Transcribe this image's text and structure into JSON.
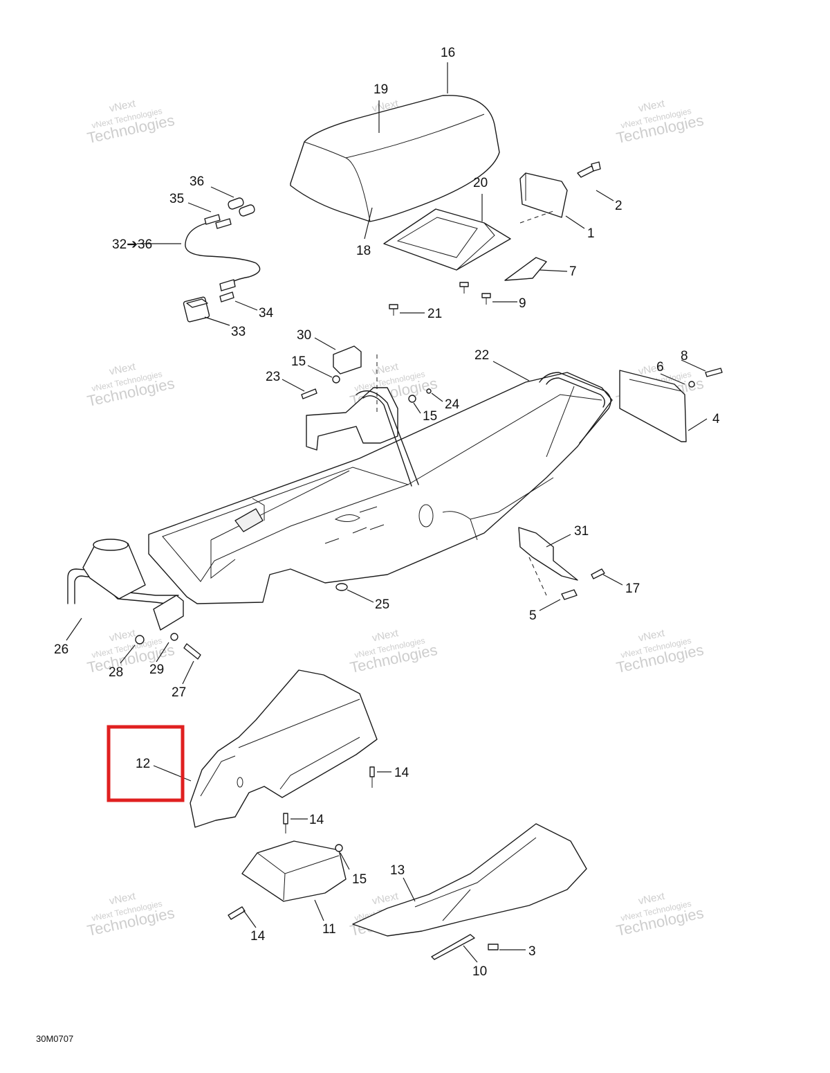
{
  "diagram_code": "30M0707",
  "watermark": {
    "line1": "vNext",
    "line2": "vNext Technologies",
    "line3": "Technologies"
  },
  "highlight": {
    "part": "12",
    "color": "#e02020"
  },
  "callouts": [
    "16",
    "19",
    "36",
    "35",
    "32➔36",
    "20",
    "2",
    "1",
    "18",
    "7",
    "9",
    "21",
    "34",
    "33",
    "30",
    "22",
    "8",
    "6",
    "15",
    "23",
    "24",
    "15",
    "4",
    "31",
    "25",
    "17",
    "5",
    "26",
    "28",
    "29",
    "27",
    "12",
    "14",
    "14",
    "15",
    "13",
    "14",
    "11",
    "3",
    "10"
  ]
}
